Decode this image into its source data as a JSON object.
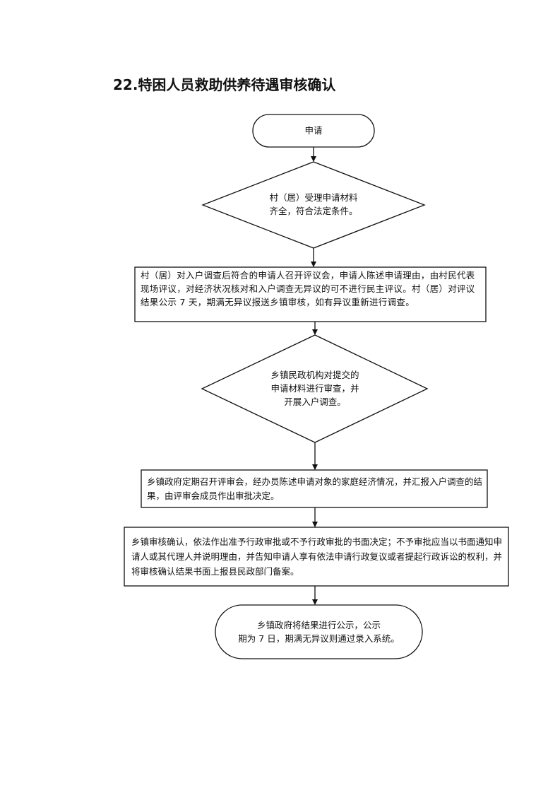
{
  "title": "22.特困人员救助供养待遇审核确认",
  "nodes": {
    "start": "申请",
    "decision1": [
      "村（居）受理申请材料",
      "齐全，符合法定条件。"
    ],
    "step1": "村（居）对入户调查后符合的申请人召开评议会，申请人陈述申请理由，由村民代表现场评议，对经济状况核对和入户调查无异议的可不进行民主评议。村（居）对评议结果公示 7 天，期满无异议报送乡镇审核，如有异议重新进行调查。",
    "decision2": [
      "乡镇民政机构对提交的",
      "申请材料进行审查，并",
      "开展入户调查。"
    ],
    "step2": "乡镇政府定期召开评审会，经办员陈述申请对象的家庭经济情况，并汇报入户调查的结果，由评审会成员作出审批决定。",
    "step3": "乡镇审核确认，依法作出准予行政审批或不予行政审批的书面决定；不予审批应当以书面通知申请人或其代理人并说明理由，并告知申请人享有依法申请行政复议或者提起行政诉讼的权利，并将审核确认结果书面上报县民政部门备案。",
    "end": [
      "乡镇政府将结果进行公示，公示",
      "期为 7 日，期满无异议则通过录入系统。"
    ]
  }
}
